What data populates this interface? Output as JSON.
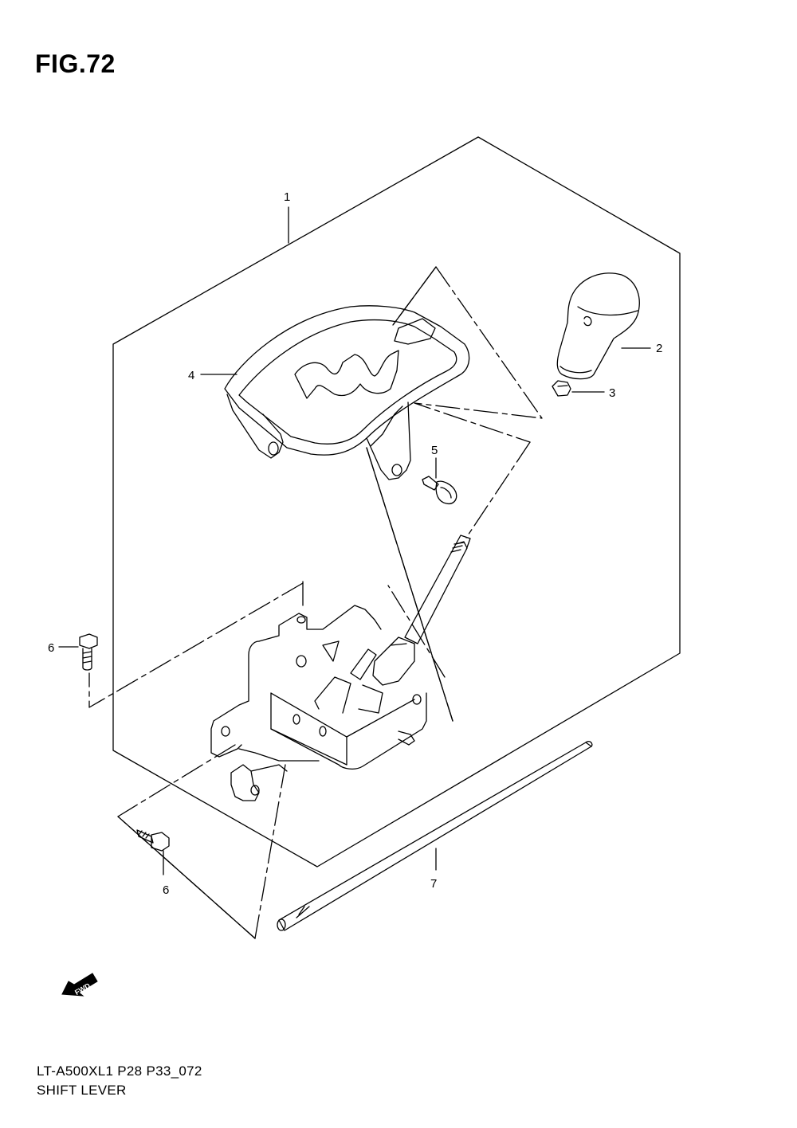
{
  "figure": {
    "title": "FIG.72"
  },
  "callouts": [
    {
      "id": "1",
      "label": "1"
    },
    {
      "id": "2",
      "label": "2"
    },
    {
      "id": "3",
      "label": "3"
    },
    {
      "id": "4",
      "label": "4"
    },
    {
      "id": "5",
      "label": "5"
    },
    {
      "id": "6a",
      "label": "6"
    },
    {
      "id": "6b",
      "label": "6"
    },
    {
      "id": "7",
      "label": "7"
    }
  ],
  "fwd_icon": {
    "label": "FWD",
    "icon": "forward-arrow-icon"
  },
  "footer": {
    "model_code": "LT-A500XL1 P28 P33_072",
    "assembly_name": "SHIFT LEVER"
  },
  "colors": {
    "line": "#000000",
    "background": "#ffffff"
  }
}
